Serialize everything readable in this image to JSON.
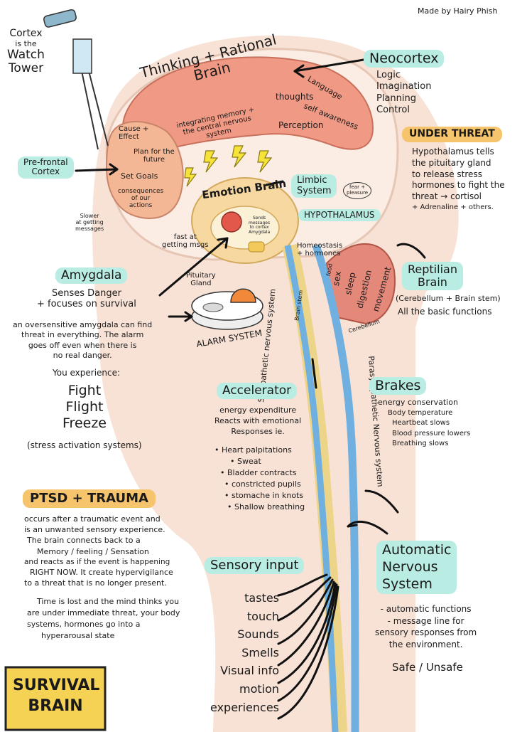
{
  "credit": "Made by Hairy Phish",
  "cortex_note": [
    "Cortex",
    "is the",
    "Watch",
    "Tower"
  ],
  "neocortex": {
    "title": "Neocortex",
    "items": [
      "Logic",
      "Imagination",
      "Planning",
      "Control"
    ]
  },
  "thinking_brain": {
    "title": "Thinking + Rational\nBrain",
    "integrating": "integrating memory +\nthe central nervous\nsystem",
    "language": "Language",
    "thoughts": "thoughts",
    "self_awareness": "self awareness",
    "perception": "Perception"
  },
  "prefrontal": {
    "label": "Pre-frontal\nCortex",
    "items": [
      "Cause +\nEffect",
      "Plan for the\nfuture",
      "Set Goals",
      "consequences\nof our\nactions"
    ]
  },
  "slower_note": "Slower\nat getting\nmessages",
  "fast_note": "fast at\ngetting msgs",
  "emotion_brain": {
    "title": "Emotion Brain",
    "sends_messages": "Sends\nmessages\nto cortex\nAmygdala"
  },
  "limbic": {
    "label": "Limbic\nSystem",
    "note": "fear +\npleasure"
  },
  "hypothalamus": "HYPOTHALAMUS",
  "homeostasis": "Homeostasis\n+ hormones",
  "under_threat": {
    "title": "UNDER THREAT",
    "lines": [
      "Hypothalamus tells",
      "the pituitary gland",
      "to release stress",
      "hormones to fight the",
      "threat → cortisol",
      "+ Adrenaline + others."
    ]
  },
  "reptilian": {
    "title": "Reptilian\nBrain",
    "sub": "(Cerebellum + Brain stem)",
    "note": "All the basic functions",
    "functions": [
      "food",
      "sex",
      "sleep",
      "digestion",
      "movement"
    ],
    "cerebellum": "Cerebellum",
    "brain_stem": "Brain stem"
  },
  "amygdala": {
    "title": "Amygdala",
    "senses": "Senses Danger\n+ focuses on survival",
    "desc": [
      "an oversensitive amygdala can find",
      "threat in everything. The alarm",
      "goes off even when there is",
      "no real danger."
    ],
    "experience": "You experience:",
    "responses": [
      "Fight",
      "Flight",
      "Freeze"
    ],
    "responses_note": "(stress activation systems)"
  },
  "pituitary": "Pituitary\nGland",
  "alarm": "ALARM SYSTEM",
  "sympathetic": "Sympathetic nervous system",
  "parasympathetic": "Parasympathetic Nervous system",
  "accelerator": {
    "title": "Accelerator",
    "lines": [
      "energy expenditure",
      "Reacts with emotional",
      "Responses ie."
    ],
    "bullets": [
      "Heart palpitations",
      "Sweat",
      "Bladder contracts",
      "constricted pupils",
      "stomache in knots",
      "Shallow breathing"
    ]
  },
  "brakes": {
    "title": "Brakes",
    "items": [
      "energy conservation",
      "Body temperature",
      "Heartbeat slows",
      "Blood pressure lowers",
      "Breathing slows"
    ]
  },
  "ptsd": {
    "title": "PTSD + TRAUMA",
    "p1": [
      "occurs after a traumatic event and",
      "is an unwanted sensory experience.",
      "The brain connects back to a",
      "Memory / feeling / Sensation",
      "and reacts as if the event is happening",
      "RIGHT NOW. It create hypervigilance",
      "to a threat that is no longer present."
    ],
    "p2": [
      "Time is lost and the mind thinks you",
      "are under immediate threat, your body",
      "systems, hormones go into a",
      "hyperarousal state"
    ]
  },
  "sensory": {
    "title": "Sensory input",
    "items": [
      "tastes",
      "touch",
      "Sounds",
      "Smells",
      "Visual info",
      "motion",
      "experiences"
    ]
  },
  "automatic": {
    "title": "Automatic\nNervous\nSystem",
    "lines": [
      "- automatic functions",
      "- message line for",
      "sensory responses from",
      "the environment."
    ],
    "safe": "Safe / Unsafe"
  },
  "survival": "SURVIVAL\nBRAIN",
  "colors": {
    "skin": "#f8e2d6",
    "skull_edge": "#e9c3b0",
    "cortex": "#f09a85",
    "prefrontal": "#f3b795",
    "emotion": "#f6d8a0",
    "teal": "#b9ece3",
    "orange": "#f6c46c",
    "spine_blue": "#6fb0e0",
    "spine_yellow": "#ecd488",
    "reptilian": "#e4887a",
    "yellow_box": "#f5d254"
  }
}
